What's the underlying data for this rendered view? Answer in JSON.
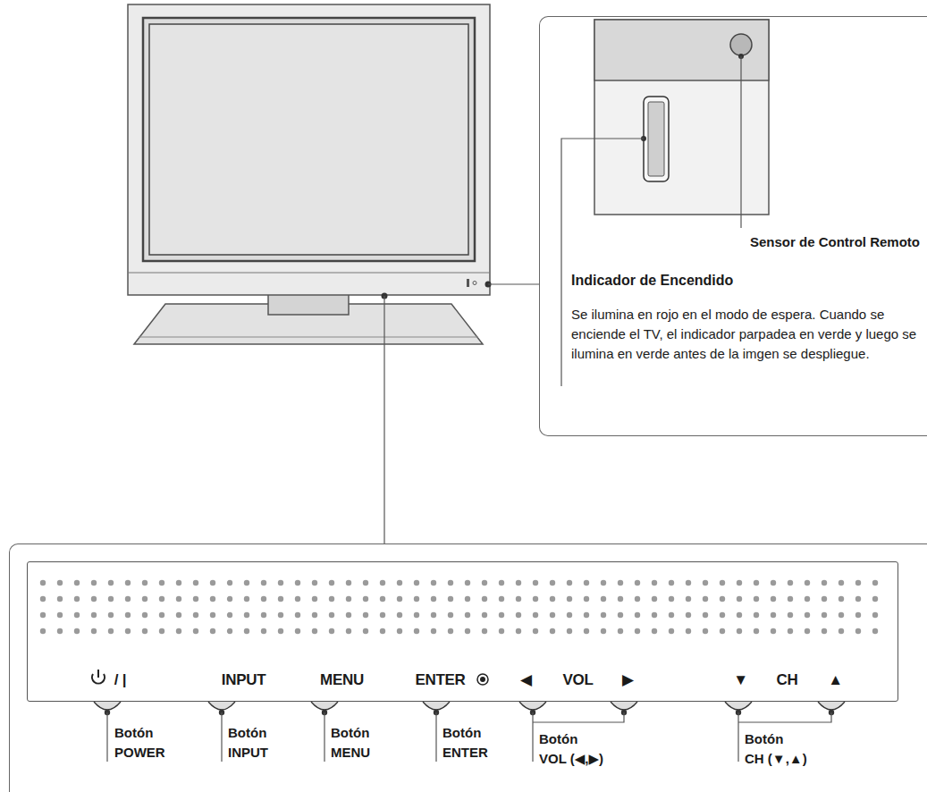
{
  "diagram": {
    "nodes": [
      {
        "text": [
          "Sensor de Control Remoto",
          "Indicador de Encendido",
          "Se ilumina en rojo en el modo de espera. Cuando se enciende el TV, el indicador parpadea en verde y luego se ilumina en verde antes de la imgen se despliegue."
        ]
      },
      {
        "text": [
          "Botón POWER",
          "Botón INPUT",
          "Botón MENU",
          "Botón ENTER",
          "Botón VOL (◀,▶)",
          "Botón CH (▼,▲)"
        ]
      },
      {
        "text": [
          "/ |",
          "INPUT",
          "MENU",
          "ENTER",
          "◀",
          "VOL",
          "▶",
          "▼",
          "CH",
          "▲"
        ],
        "in": 1
      }
    ]
  }
}
